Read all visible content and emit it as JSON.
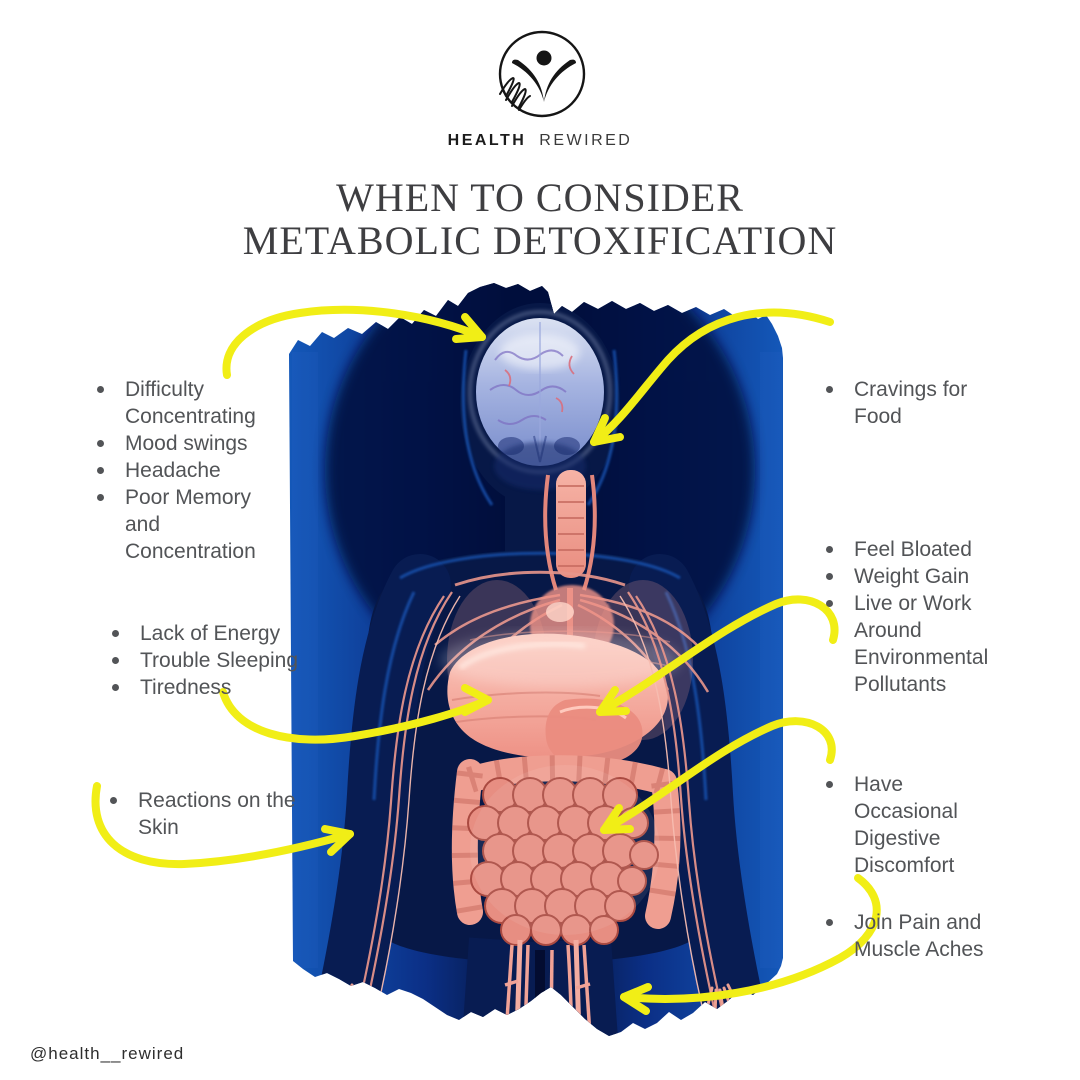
{
  "brand": {
    "name_bold": "HEALTH",
    "name_light": "REWIRED",
    "handle": "@health__rewired"
  },
  "title": {
    "line1": "WHEN TO CONSIDER",
    "line2": "METABOLIC DETOXIFICATION"
  },
  "colors": {
    "accent_yellow": "#f1ee16",
    "title_gray": "#3e3e41",
    "text_gray": "#525457",
    "image_blue_light": "#1459ba",
    "image_blue_dark": "#061843",
    "organ_pink": "#ef9e91"
  },
  "symptoms": {
    "left_brain": {
      "target": "brain",
      "items": [
        "Difficulty Concentrating",
        "Mood swings",
        "Headache",
        "Poor Memory and Concentration"
      ]
    },
    "left_energy": {
      "target": "liver",
      "items": [
        "Lack of Energy",
        "Trouble Sleeping",
        "Tiredness"
      ]
    },
    "left_skin": {
      "target": "arm-skin",
      "items": [
        "Reactions on the Skin"
      ]
    },
    "right_cravings": {
      "target": "throat",
      "items": [
        "Cravings for Food"
      ]
    },
    "right_bloat": {
      "target": "stomach",
      "items": [
        "Feel Bloated",
        "Weight Gain",
        "Live or Work Around Environmental Pollutants"
      ]
    },
    "right_digest": {
      "target": "intestines",
      "items": [
        "Have Occasional Digestive Discomfort"
      ]
    },
    "right_joint": {
      "target": "hip",
      "items": [
        "Join Pain and Muscle Aches"
      ]
    }
  }
}
